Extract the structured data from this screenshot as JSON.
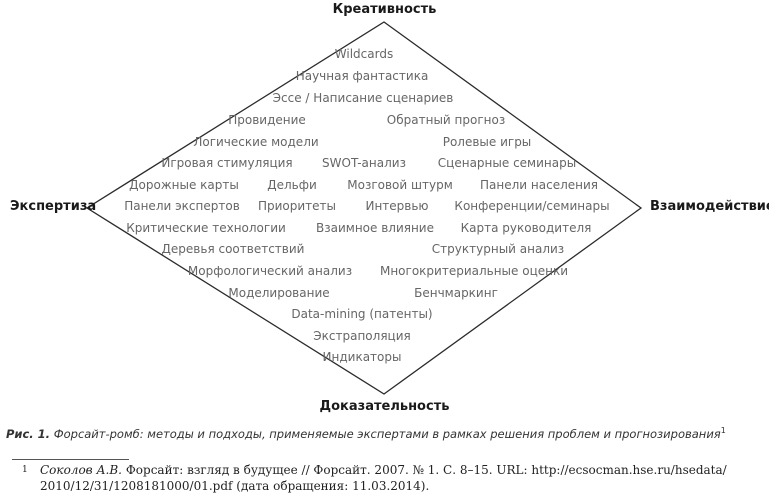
{
  "vertices": {
    "top": "Креативность",
    "left": "Экспертиза",
    "right": "Взаимодействие",
    "bottom": "Доказательность"
  },
  "methods": [
    [
      "Wildcards"
    ],
    [
      "Научная фантастика"
    ],
    [
      "Эссе / Написание сценариев"
    ],
    [
      "Провидение",
      "Обратный прогноз"
    ],
    [
      "Логические модели",
      "Ролевые игры"
    ],
    [
      "Игровая стимуляция",
      "SWOT-анализ",
      "Сценарные семинары"
    ],
    [
      "Дорожные карты",
      "Дельфи",
      "Мозговой штурм",
      "Панели населения"
    ],
    [
      "Панели экспертов",
      "Приоритеты",
      "Интервью",
      "Конференции/семинары"
    ],
    [
      "Критические технологии",
      "Взаимное влияние",
      "Карта руководителя"
    ],
    [
      "Деревья соответствий",
      "Структурный анализ"
    ],
    [
      "Морфологический анализ",
      "Многокритериальные оценки"
    ],
    [
      "Моделирование",
      "Бенчмаркинг"
    ],
    [
      "Data-mining (патенты)"
    ],
    [
      "Экстраполяция"
    ],
    [
      "Индикаторы"
    ]
  ],
  "caption": {
    "label": "Рис. 1.",
    "text": "Форсайт-ромб: методы и подходы, применяемые экспертами в рамках решения проблем и прогнозирования",
    "footnote_mark": "1"
  },
  "footnote": {
    "number": "1",
    "author": "Соколов А.В.",
    "text": "Форсайт: взгляд в будущее // Форсайт. 2007. № 1. С. 8–15. URL: http://ecsocman.hse.ru/hsedata/ 2010/12/31/1208181000/01.pdf (дата обращения: 11.03.2014)."
  }
}
